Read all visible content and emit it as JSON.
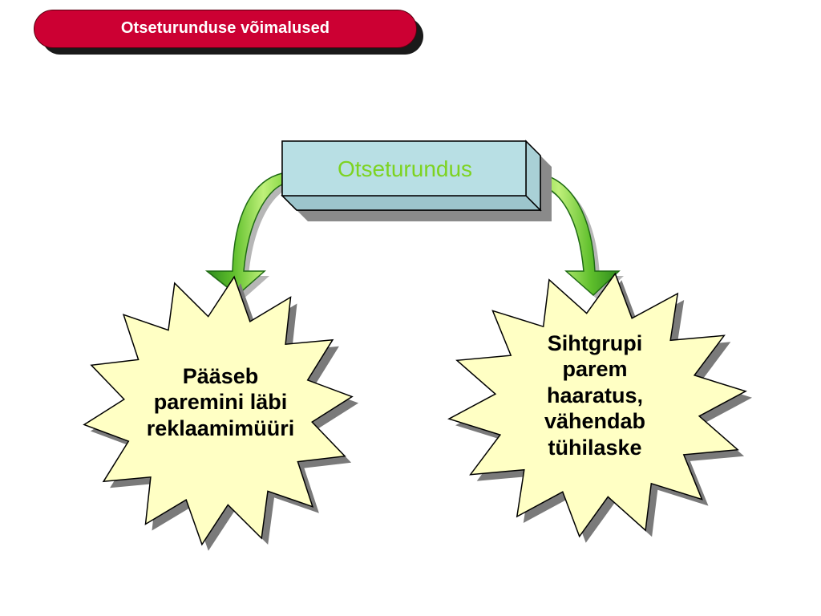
{
  "slide": {
    "title": "Otseturunduse võimalused"
  },
  "diagram": {
    "center_box": "Otseturundus",
    "left_star": "Pääseb\nparemini läbi\nreklaamimüüri",
    "right_star": "Sihtgrupi\nparem\nhaaratus,\nvähendab\ntühilaske"
  },
  "colors": {
    "title_pill": "#cc0033",
    "title_text": "#ffffff",
    "box_fill": "#b8dfe4",
    "box_text": "#7dd321",
    "arrow_light": "#bff07a",
    "arrow_dark": "#2e8b1e",
    "star_fill": "#ffffc4",
    "shadow": "#7a7a7a"
  }
}
